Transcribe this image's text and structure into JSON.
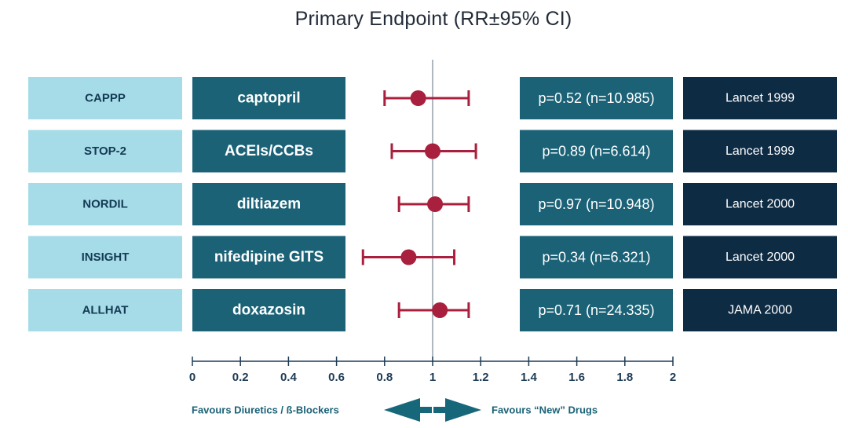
{
  "colors": {
    "trial_box": "#a6dce8",
    "drug_box": "#1b6277",
    "p_box": "#1b6277",
    "ref_box": "#0e2b44",
    "marker": "#a8203d",
    "axis": "#1d3b55",
    "arrow": "#17677a"
  },
  "chart_data": {
    "type": "forest",
    "title": "Primary Endpoint (RR±95% CI)",
    "xlim": [
      0,
      2
    ],
    "xticks": [
      "0",
      "0.2",
      "0.4",
      "0.6",
      "0.8",
      "1",
      "1.2",
      "1.4",
      "1.6",
      "1.8",
      "2"
    ],
    "reference_line": 1,
    "rows": [
      {
        "trial": "CAPPP",
        "drug": "captopril",
        "rr": 0.94,
        "ci_low": 0.8,
        "ci_high": 1.15,
        "p_text": "p=0.52 (n=10.985)",
        "reference": "Lancet 1999"
      },
      {
        "trial": "STOP-2",
        "drug": "ACEIs/CCBs",
        "rr": 1.0,
        "ci_low": 0.83,
        "ci_high": 1.18,
        "p_text": "p=0.89 (n=6.614)",
        "reference": "Lancet 1999"
      },
      {
        "trial": "NORDIL",
        "drug": "diltiazem",
        "rr": 1.01,
        "ci_low": 0.86,
        "ci_high": 1.15,
        "p_text": "p=0.97 (n=10.948)",
        "reference": "Lancet 2000"
      },
      {
        "trial": "INSIGHT",
        "drug": "nifedipine GITS",
        "rr": 0.9,
        "ci_low": 0.71,
        "ci_high": 1.09,
        "p_text": "p=0.34 (n=6.321)",
        "reference": "Lancet 2000"
      },
      {
        "trial": "ALLHAT",
        "drug": "doxazosin",
        "rr": 1.03,
        "ci_low": 0.86,
        "ci_high": 1.15,
        "p_text": "p=0.71 (n=24.335)",
        "reference": "JAMA 2000"
      }
    ],
    "favours_left": "Favours Diuretics / ß-Blockers",
    "favours_right": "Favours “New” Drugs"
  }
}
